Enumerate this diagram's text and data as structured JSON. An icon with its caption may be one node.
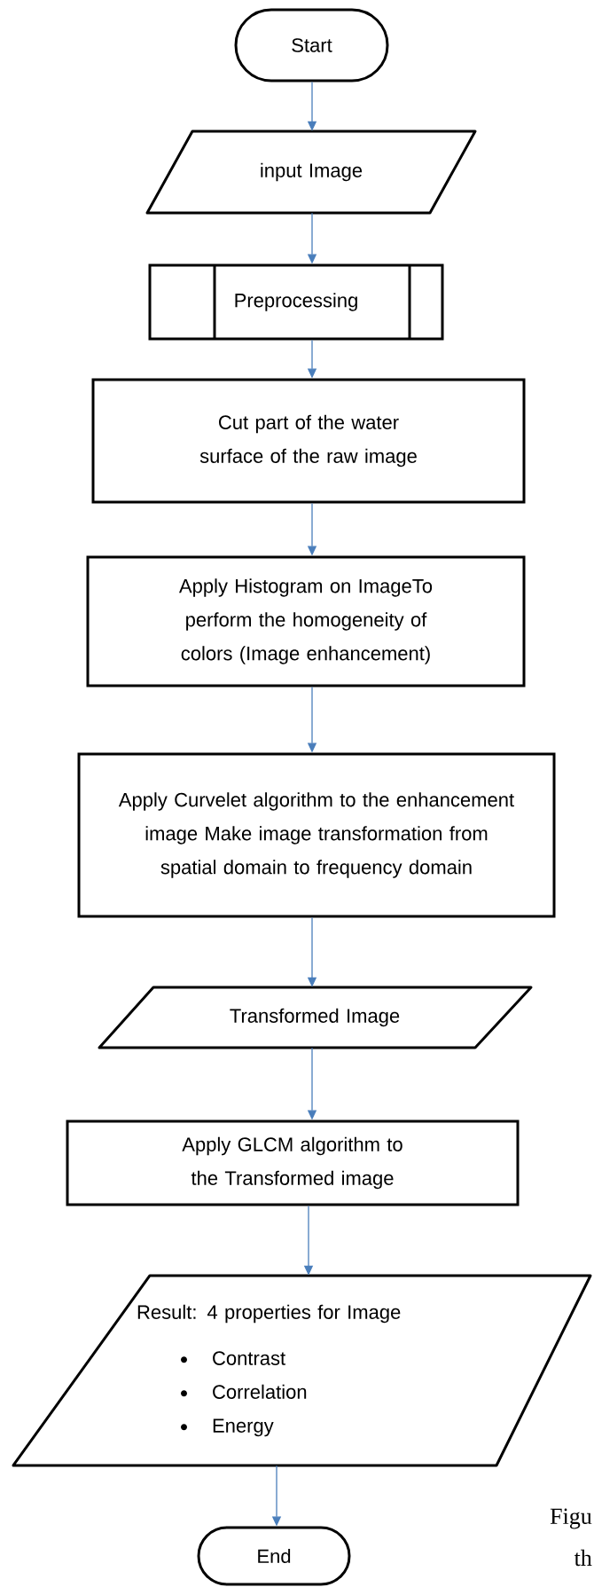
{
  "diagram": {
    "nodes": [
      {
        "text": [
          "Start"
        ]
      },
      {
        "text": [
          "input Image"
        ]
      },
      {
        "text": [
          "Preprocessing"
        ]
      },
      {
        "text": [
          "Cut part of the water surface of the raw image"
        ]
      },
      {
        "text": [
          "Apply Histogram on ImageTo perform the homogeneity of colors (Image enhancement)"
        ]
      },
      {
        "text": [
          "Apply Curvelet algorithm to the enhancement image Make image transformation from spatial domain to frequency domain"
        ]
      },
      {
        "text": [
          "Transformed Image"
        ]
      },
      {
        "text": [
          "Apply GLCM algorithm to the Transformed image"
        ]
      },
      {
        "text": [
          "Result: 4 properties for Image",
          "Contrast",
          "Correlation",
          "Energy"
        ]
      },
      {
        "text": [
          "End"
        ]
      }
    ],
    "edges": [
      {
        "from": 0,
        "to": 1,
        "arrow": "to"
      },
      {
        "from": 1,
        "to": 2,
        "arrow": "to"
      },
      {
        "from": 2,
        "to": 3,
        "arrow": "to"
      },
      {
        "from": 3,
        "to": 4,
        "arrow": "to"
      },
      {
        "from": 4,
        "to": 5,
        "arrow": "to"
      },
      {
        "from": 5,
        "to": 6,
        "arrow": "to"
      },
      {
        "from": 6,
        "to": 7,
        "arrow": "to"
      },
      {
        "from": 7,
        "to": 8,
        "arrow": "to"
      },
      {
        "from": 8,
        "to": 9,
        "arrow": "to"
      }
    ],
    "labels": [
      "Figu",
      "th"
    ]
  }
}
